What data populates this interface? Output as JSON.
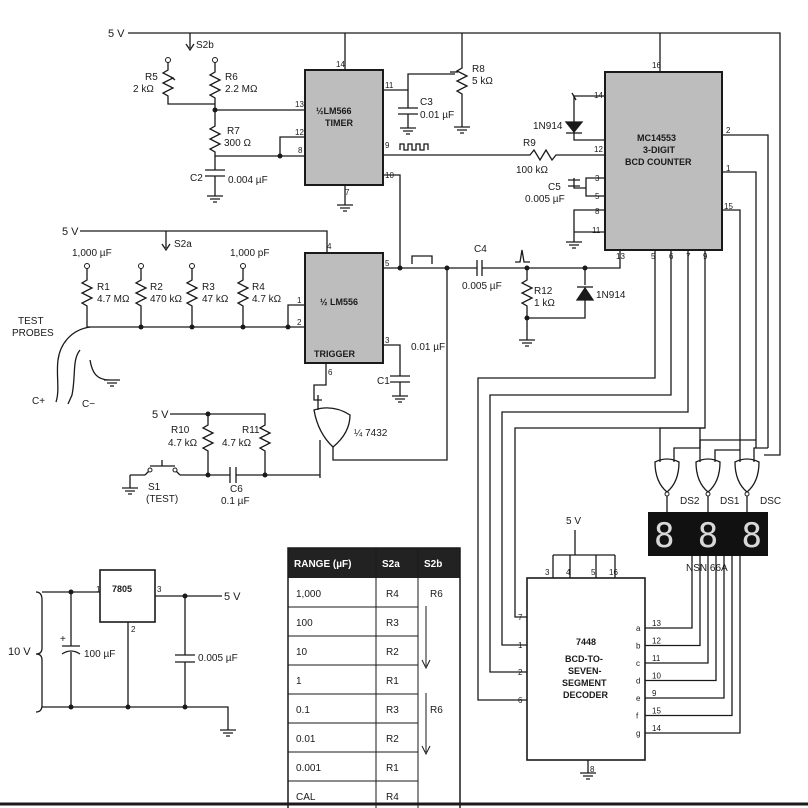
{
  "supply": {
    "v5": "5 V",
    "v10": "10 V"
  },
  "switches": {
    "s2a": "S2a",
    "s2b": "S2b",
    "s1": "S1",
    "s1_note": "(TEST)"
  },
  "resistors": {
    "r1": {
      "name": "R1",
      "value": "4.7 MΩ",
      "cap": "1,000 µF"
    },
    "r2": {
      "name": "R2",
      "value": "470 kΩ"
    },
    "r3": {
      "name": "R3",
      "value": "47 kΩ"
    },
    "r4": {
      "name": "R4",
      "value": "4.7 kΩ",
      "cap": "1,000 pF"
    },
    "r5": {
      "name": "R5",
      "value": "2 kΩ"
    },
    "r6": {
      "name": "R6",
      "value": "2.2 MΩ"
    },
    "r7": {
      "name": "R7",
      "value": "300 Ω"
    },
    "r8": {
      "name": "R8",
      "value": "5 kΩ"
    },
    "r9": {
      "name": "R9",
      "value": "100 kΩ"
    },
    "r10": {
      "name": "R10",
      "value": "4.7 kΩ"
    },
    "r11": {
      "name": "R11",
      "value": "4.7 kΩ"
    },
    "r12": {
      "name": "R12",
      "value": "1 kΩ"
    }
  },
  "capacitors": {
    "c1": {
      "name": "C1",
      "value": "0.01 µF"
    },
    "c2": {
      "name": "C2",
      "value": "0.004 µF"
    },
    "c3": {
      "name": "C3",
      "value": "0.01 µF"
    },
    "c4": {
      "name": "C4",
      "value": "0.005 µF"
    },
    "c5": {
      "name": "C5",
      "value": "0.005 µF"
    },
    "c6": {
      "name": "C6",
      "value": "0.1 µF"
    },
    "cin": {
      "value": "100 µF"
    },
    "cout": {
      "value": "0.005 µF"
    }
  },
  "diodes": {
    "d1": "1N914",
    "d2": "1N914"
  },
  "chips": {
    "timer": {
      "line1": "½LM566",
      "line2": "TIMER"
    },
    "trigger": {
      "line1": "½ LM556",
      "line2": "TRIGGER"
    },
    "counter": {
      "line1": "MC14553",
      "line2": "3-DIGIT",
      "line3": "BCD COUNTER"
    },
    "decoder": {
      "line1": "7448",
      "line2": "BCD-TO-",
      "line3": "SEVEN-",
      "line4": "SEGMENT",
      "line5": "DECODER"
    },
    "regulator": {
      "name": "7805"
    },
    "or_gate": {
      "name": "¼ 7432"
    },
    "display": {
      "name": "NSN 66A",
      "digits": "888"
    }
  },
  "probes": {
    "label1": "TEST",
    "label2": "PROBES",
    "plus": "C+",
    "minus": "C−"
  },
  "digit_select": [
    "DS2",
    "DS1",
    "DSC"
  ],
  "segments": [
    "a",
    "b",
    "c",
    "d",
    "e",
    "f",
    "g"
  ],
  "segment_pins": [
    "13",
    "12",
    "11",
    "10",
    "9",
    "15",
    "14"
  ],
  "range_table": {
    "headers": [
      "RANGE (µF)",
      "S2a",
      "S2b"
    ],
    "rows": [
      {
        "range": "1,000",
        "s2a": "R4",
        "s2b": "R6"
      },
      {
        "range": "100",
        "s2a": "R3",
        "s2b": ""
      },
      {
        "range": "10",
        "s2a": "R2",
        "s2b": ""
      },
      {
        "range": "1",
        "s2a": "R1",
        "s2b": ""
      },
      {
        "range": "0.1",
        "s2a": "R3",
        "s2b": "R6"
      },
      {
        "range": "0.01",
        "s2a": "R2",
        "s2b": ""
      },
      {
        "range": "0.001",
        "s2a": "R1",
        "s2b": ""
      },
      {
        "range": "CAL",
        "s2a": "R4",
        "s2b": ""
      }
    ]
  }
}
